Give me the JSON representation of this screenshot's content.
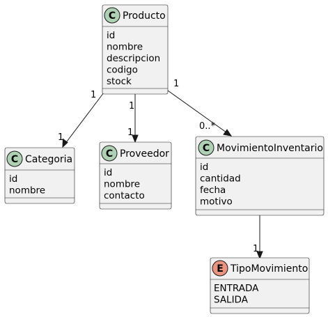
{
  "colors": {
    "class_badge": "#ADD1B2",
    "enum_badge": "#EB937F",
    "box_fill": "#F1F1F1",
    "line": "#181818"
  },
  "classes": {
    "producto": {
      "badge": "C",
      "name": "Producto",
      "attributes": [
        "id",
        "nombre",
        "descripcion",
        "codigo",
        "stock"
      ]
    },
    "categoria": {
      "badge": "C",
      "name": "Categoria",
      "attributes": [
        "id",
        "nombre"
      ]
    },
    "proveedor": {
      "badge": "C",
      "name": "Proveedor",
      "attributes": [
        "id",
        "nombre",
        "contacto"
      ]
    },
    "movimiento": {
      "badge": "C",
      "name": "MovimientoInventario",
      "attributes": [
        "id",
        "cantidad",
        "fecha",
        "motivo"
      ]
    },
    "tipo": {
      "badge": "E",
      "name": "TipoMovimiento",
      "attributes": [
        "ENTRADA",
        "SALIDA"
      ]
    }
  },
  "relations": {
    "producto_categoria": {
      "source_mult": "1",
      "target_mult": "1"
    },
    "producto_proveedor": {
      "source_mult": "1",
      "target_mult": "1"
    },
    "producto_movimiento": {
      "source_mult": "1",
      "target_mult": "0..*"
    },
    "movimiento_tipo": {
      "target_mult": "1"
    }
  }
}
